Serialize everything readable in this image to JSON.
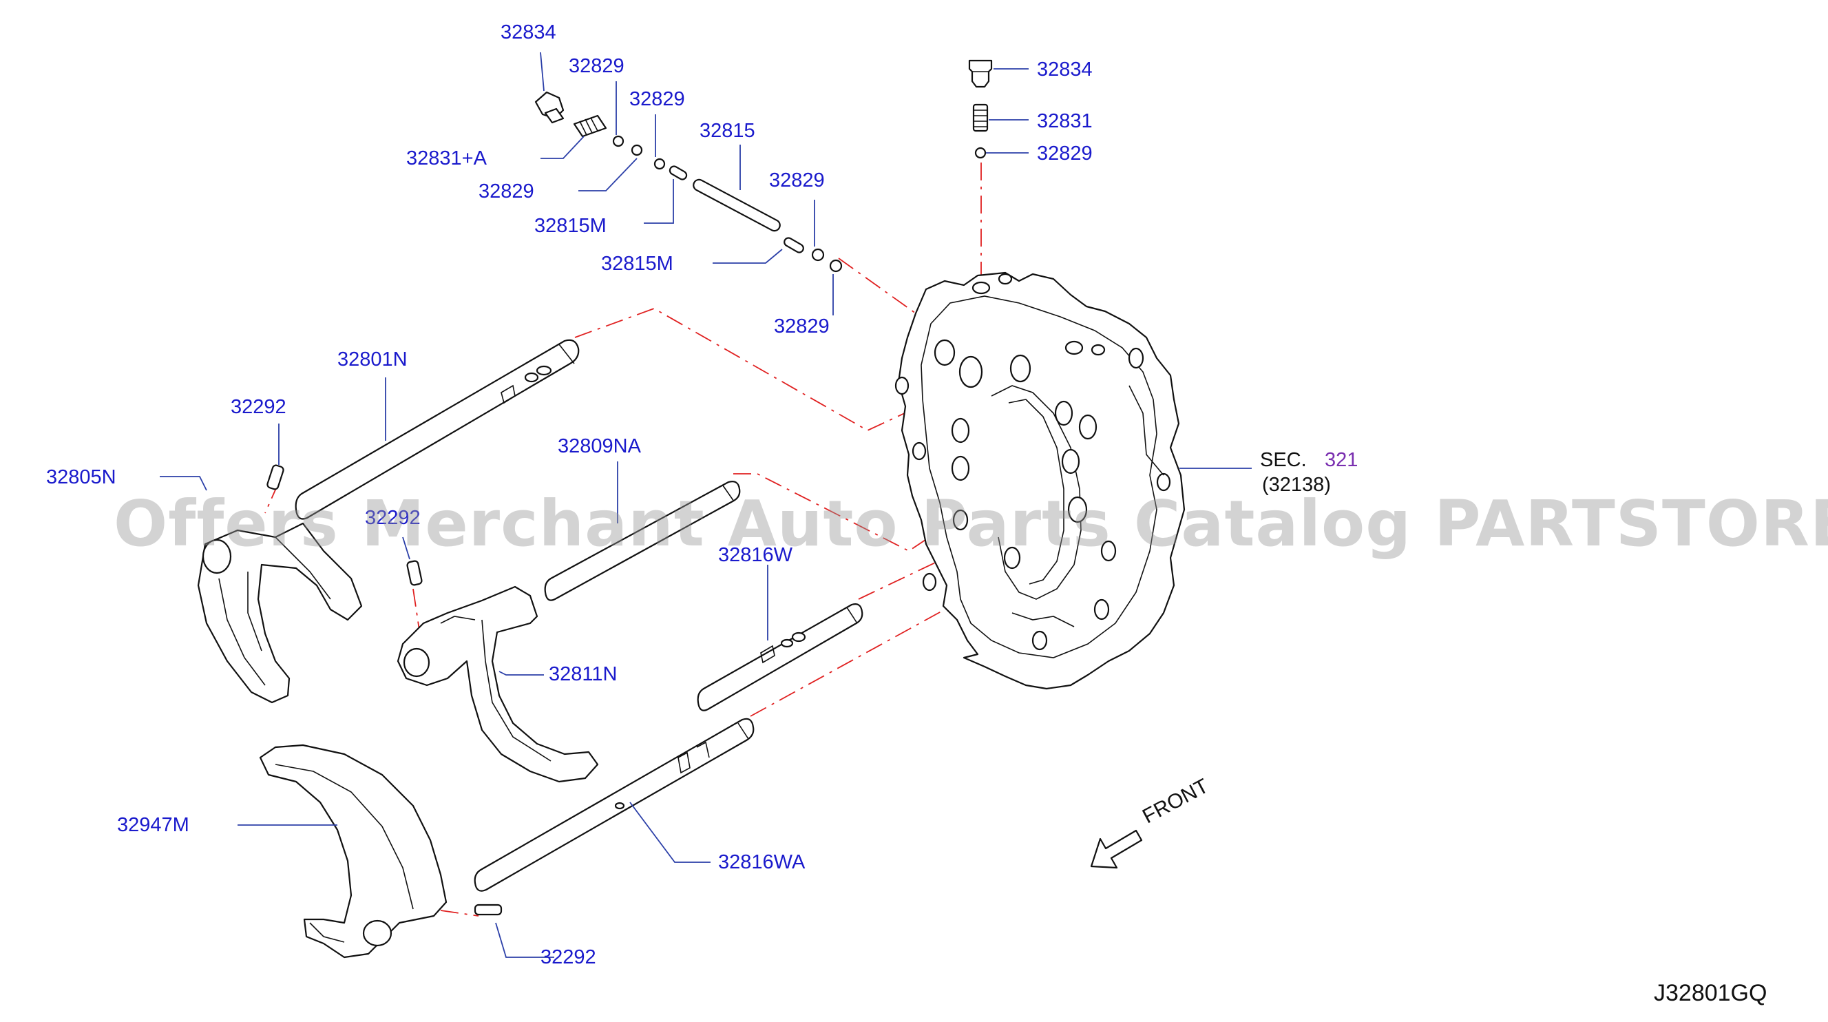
{
  "watermark": "Offers Merchant Auto Parts Catalog PARTSTORE.SA",
  "diagram_code": "J32801GQ",
  "front_label": "FRONT",
  "section_ref": {
    "prefix": "SEC.",
    "number": "321",
    "sub": "(32138)"
  },
  "callouts": [
    {
      "id": "c1",
      "text": "32834"
    },
    {
      "id": "c2",
      "text": "32829"
    },
    {
      "id": "c3",
      "text": "32829"
    },
    {
      "id": "c4",
      "text": "32831+A"
    },
    {
      "id": "c5",
      "text": "32829"
    },
    {
      "id": "c6",
      "text": "32815"
    },
    {
      "id": "c7",
      "text": "32815M"
    },
    {
      "id": "c8",
      "text": "32829"
    },
    {
      "id": "c9",
      "text": "32815M"
    },
    {
      "id": "c10",
      "text": "32829"
    },
    {
      "id": "c11",
      "text": "32834"
    },
    {
      "id": "c12",
      "text": "32831"
    },
    {
      "id": "c13",
      "text": "32829"
    },
    {
      "id": "c14",
      "text": "32801N"
    },
    {
      "id": "c15",
      "text": "32292"
    },
    {
      "id": "c16",
      "text": "32805N"
    },
    {
      "id": "c17",
      "text": "32292"
    },
    {
      "id": "c18",
      "text": "32809NA"
    },
    {
      "id": "c19",
      "text": "32816W"
    },
    {
      "id": "c20",
      "text": "32811N"
    },
    {
      "id": "c21",
      "text": "32947M"
    },
    {
      "id": "c22",
      "text": "32816WA"
    },
    {
      "id": "c23",
      "text": "32292"
    }
  ]
}
